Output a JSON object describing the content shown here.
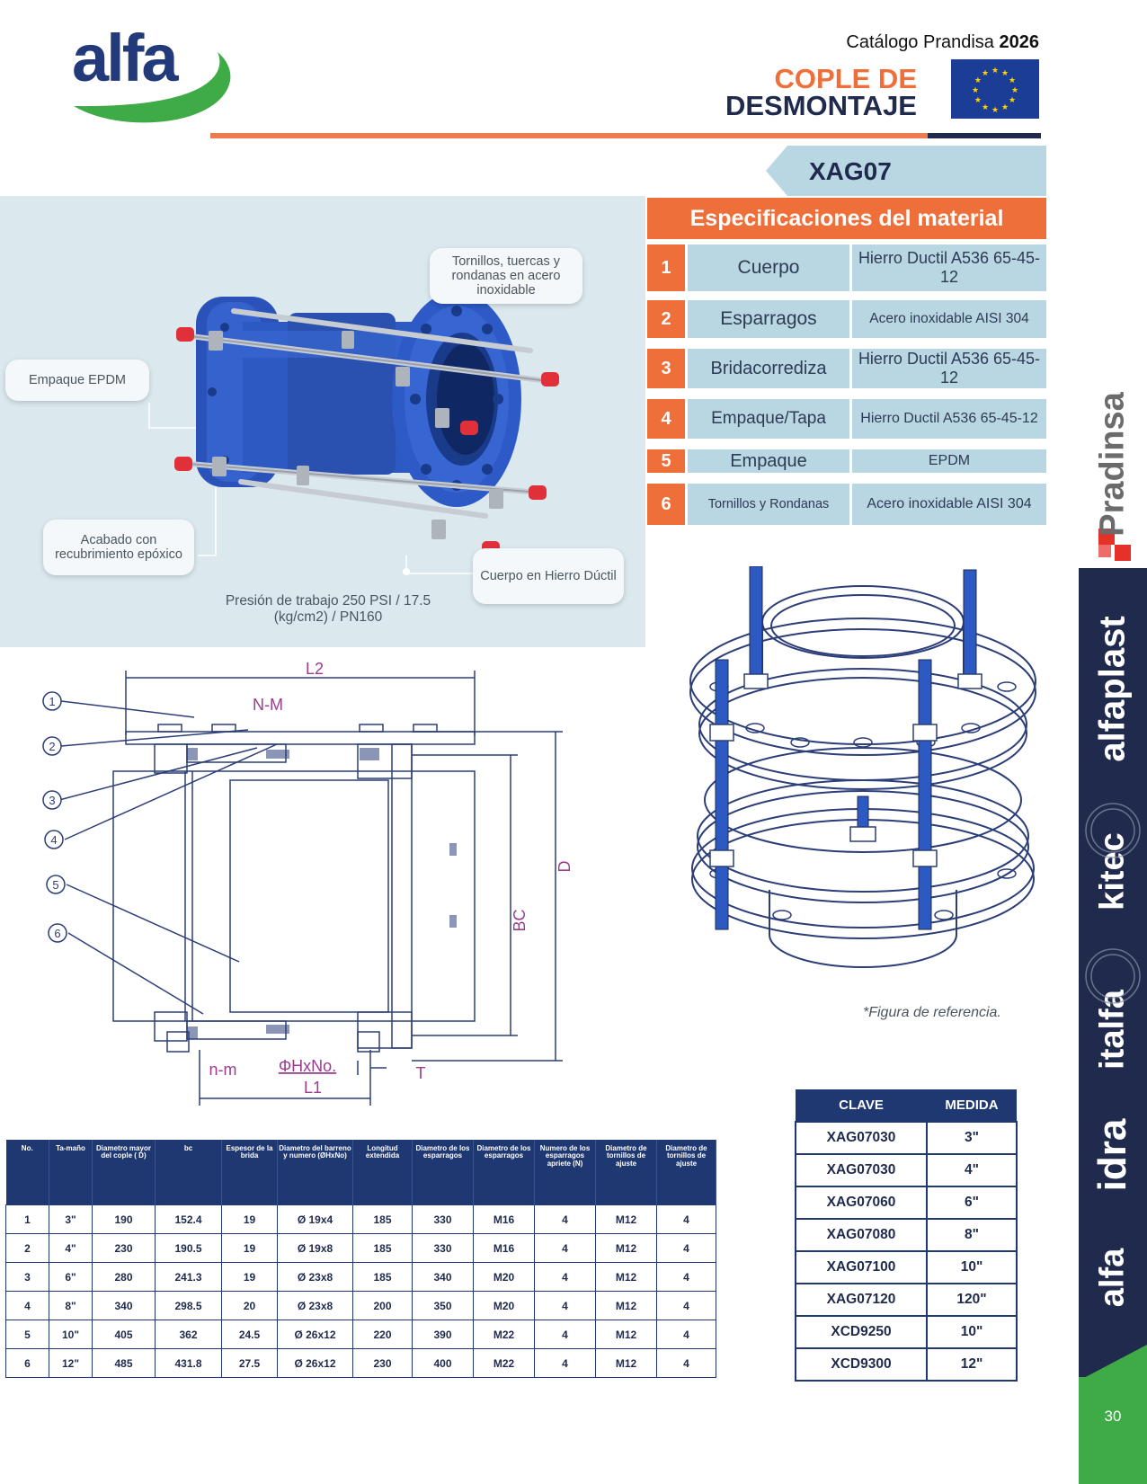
{
  "header": {
    "brand": "alfa",
    "catalog_label": "Catálogo Prandisa",
    "catalog_year": "2026",
    "title_line1": "COPLE DE",
    "title_line2": "DESMONTAJE",
    "model": "XAG07"
  },
  "callouts": {
    "bolts": "Tornillos, tuercas y rondanas en acero inoxidable",
    "gasket": "Empaque EPDM",
    "finish": "Acabado con recubrimiento epóxico",
    "body": "Cuerpo en Hierro Dúctil",
    "pressure": "Presión de trabajo 250 PSI / 17.5 (kg/cm2) / PN160"
  },
  "specs": {
    "title": "Especificaciones del material",
    "rows": [
      {
        "num": "1",
        "part": "Cuerpo",
        "material": "Hierro Ductil A536 65-45-12"
      },
      {
        "num": "2",
        "part": "Esparragos",
        "material": "Acero inoxidable AISI 304"
      },
      {
        "num": "3",
        "part": "Bridacorrediza",
        "material": "Hierro Ductil A536 65-45-12"
      },
      {
        "num": "4",
        "part": "Empaque/Tapa",
        "material": "Hierro Ductil A536 65-45-12"
      },
      {
        "num": "5",
        "part": "Empaque",
        "material": "EPDM"
      },
      {
        "num": "6",
        "part": "Tornillos y Rondanas",
        "material": "Acero inoxidable AISI 304"
      }
    ]
  },
  "drawing": {
    "labels": {
      "L2": "L2",
      "NM": "N-M",
      "D": "D",
      "BC": "BC",
      "nm": "n-m",
      "phi": "ΦHxNo.",
      "L1": "L1",
      "T": "T"
    },
    "callouts": [
      "1",
      "2",
      "3",
      "4",
      "5",
      "6"
    ]
  },
  "reference_note": "*Figura de referencia.",
  "dims_table": {
    "headers": [
      "No.",
      "Ta-maño",
      "Diametro mayor del cople ( D)",
      "bc",
      "Espesor de la brida",
      "Diametro del barreno y numero (ØHxNo)",
      "Longitud extendida",
      "Diametro de los esparragos",
      "Diametro de los esparragos",
      "Numero de los esparragos apriete (N)",
      "Diametro de tornillos de ajuste",
      "Diametro de tornillos de ajuste"
    ],
    "rows": [
      [
        "1",
        "3\"",
        "190",
        "152.4",
        "19",
        "Ø 19x4",
        "185",
        "330",
        "M16",
        "4",
        "M12",
        "4"
      ],
      [
        "2",
        "4\"",
        "230",
        "190.5",
        "19",
        "Ø 19x8",
        "185",
        "330",
        "M16",
        "4",
        "M12",
        "4"
      ],
      [
        "3",
        "6\"",
        "280",
        "241.3",
        "19",
        "Ø 23x8",
        "185",
        "340",
        "M20",
        "4",
        "M12",
        "4"
      ],
      [
        "4",
        "8\"",
        "340",
        "298.5",
        "20",
        "Ø 23x8",
        "200",
        "350",
        "M20",
        "4",
        "M12",
        "4"
      ],
      [
        "5",
        "10\"",
        "405",
        "362",
        "24.5",
        "Ø 26x12",
        "220",
        "390",
        "M22",
        "4",
        "M12",
        "4"
      ],
      [
        "6",
        "12\"",
        "485",
        "431.8",
        "27.5",
        "Ø 26x12",
        "230",
        "400",
        "M22",
        "4",
        "M12",
        "4"
      ]
    ]
  },
  "codes_table": {
    "headers": [
      "CLAVE",
      "MEDIDA"
    ],
    "rows": [
      [
        "XAG07030",
        "3\""
      ],
      [
        "XAG07030",
        "4\""
      ],
      [
        "XAG07060",
        "6\""
      ],
      [
        "XAG07080",
        "8\""
      ],
      [
        "XAG07100",
        "10\""
      ],
      [
        "XAG07120",
        "120\""
      ],
      [
        "XCD9250",
        "10\""
      ],
      [
        "XCD9300",
        "12\""
      ]
    ]
  },
  "sidebar": {
    "brands": [
      "Pradinsa",
      "alfaplast",
      "kitec",
      "italfa",
      "idra",
      "alfa"
    ],
    "page_number": "30"
  },
  "colors": {
    "orange": "#ee6f3a",
    "navy": "#1f2a4d",
    "light_blue": "#b9d7e3",
    "panel_blue": "#dbe9ef",
    "green": "#3fab47",
    "pradinsa_red": "#e63128"
  }
}
